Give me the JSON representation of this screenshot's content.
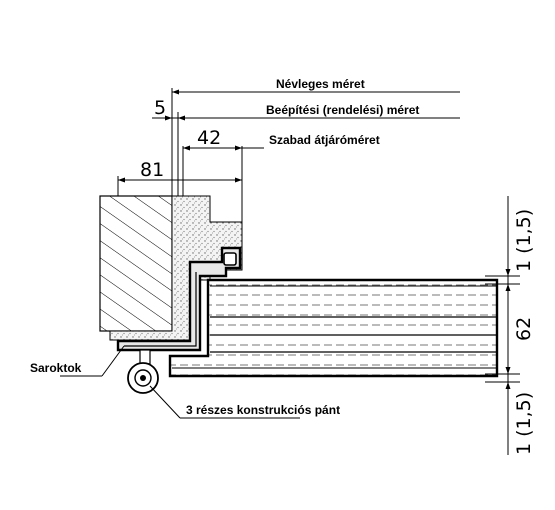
{
  "labels": {
    "nominal_size": "Névleges méret",
    "installation_size": "Beépítési (rendelési) méret",
    "clear_passage": "Szabad átjáróméret",
    "corner_seal": "Saroktok",
    "hinge": "3 részes konstrukciós pánt"
  },
  "dimensions": {
    "d5": "5",
    "d42": "42",
    "d81": "81",
    "d62": "62",
    "gap_top": "1 (1,5)",
    "gap_bottom": "1 (1,5)"
  }
}
